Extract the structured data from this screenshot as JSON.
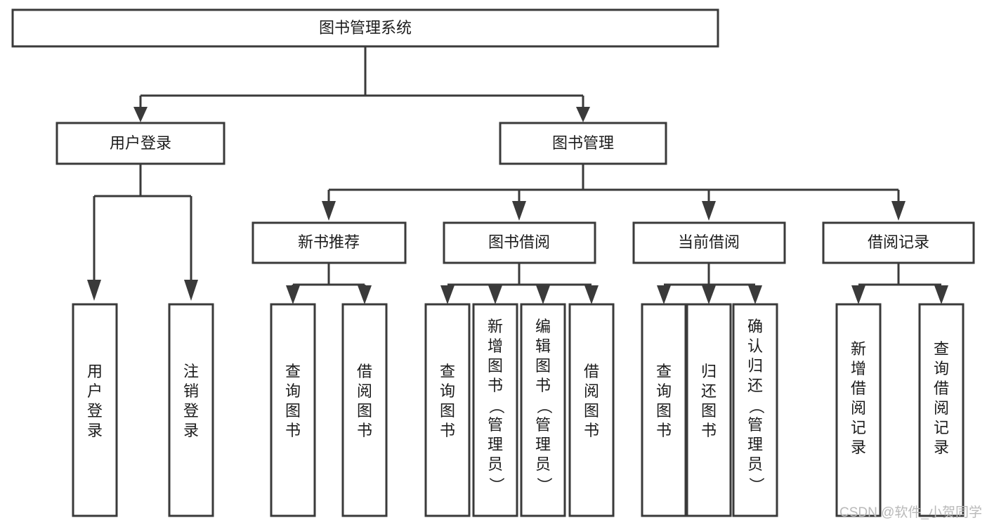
{
  "diagram": {
    "type": "tree-hierarchy",
    "orientation": "top-down",
    "title": "图书管理系统",
    "colors": {
      "box_fill": "#ffffff",
      "box_stroke": "#3a3a3a",
      "text": "#1c1c1c",
      "background": "#ffffff",
      "watermark": "#b9b9b9"
    },
    "levels": {
      "level1": "系统",
      "level2": "模块",
      "level3": "子模块",
      "level4": "功能"
    }
  },
  "root": {
    "label": "图书管理系统",
    "orientation": "horizontal"
  },
  "level2": [
    {
      "id": "user-login",
      "label": "用户登录",
      "orientation": "horizontal"
    },
    {
      "id": "book-manage",
      "label": "图书管理",
      "orientation": "horizontal"
    }
  ],
  "level3": [
    {
      "id": "new-book-recommend",
      "label": "新书推荐",
      "orientation": "horizontal",
      "parent": "book-manage"
    },
    {
      "id": "book-borrow",
      "label": "图书借阅",
      "orientation": "horizontal",
      "parent": "book-manage"
    },
    {
      "id": "current-borrow",
      "label": "当前借阅",
      "orientation": "horizontal",
      "parent": "book-manage"
    },
    {
      "id": "borrow-record",
      "label": "借阅记录",
      "orientation": "horizontal",
      "parent": "book-manage"
    }
  ],
  "leaves": {
    "user-login": [
      {
        "id": "leaf-user-login",
        "label": "用户登录",
        "orientation": "vertical"
      },
      {
        "id": "leaf-user-logout",
        "label": "注销登录",
        "orientation": "vertical"
      }
    ],
    "new-book-recommend": [
      {
        "id": "leaf-query-book-1",
        "label": "查询图书",
        "orientation": "vertical"
      },
      {
        "id": "leaf-borrow-book-1",
        "label": "借阅图书",
        "orientation": "vertical"
      }
    ],
    "book-borrow": [
      {
        "id": "leaf-query-book-2",
        "label": "查询图书",
        "orientation": "vertical"
      },
      {
        "id": "leaf-add-book",
        "label": "新增图书（管理员）",
        "orientation": "vertical"
      },
      {
        "id": "leaf-edit-book",
        "label": "编辑图书（管理员）",
        "orientation": "vertical"
      },
      {
        "id": "leaf-borrow-book-2",
        "label": "借阅图书",
        "orientation": "vertical"
      }
    ],
    "current-borrow": [
      {
        "id": "leaf-query-book-3",
        "label": "查询图书",
        "orientation": "vertical"
      },
      {
        "id": "leaf-return-book",
        "label": "归还图书",
        "orientation": "vertical"
      },
      {
        "id": "leaf-confirm-return",
        "label": "确认归还（管理员）",
        "orientation": "vertical"
      }
    ],
    "borrow-record": [
      {
        "id": "leaf-add-record",
        "label": "新增借阅记录",
        "orientation": "vertical"
      },
      {
        "id": "leaf-query-record",
        "label": "查询借阅记录",
        "orientation": "vertical"
      }
    ]
  },
  "watermark": {
    "text": "CSDN @软件_小贺同学"
  }
}
